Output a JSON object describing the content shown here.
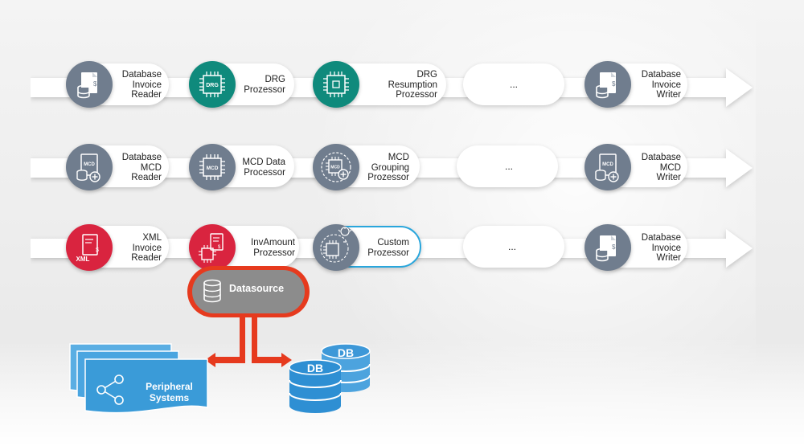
{
  "rows": [
    {
      "steps": [
        {
          "label": "Database\nInvoice\nReader",
          "icon": "database-invoice-icon",
          "color": "#707d8e"
        },
        {
          "label": "DRG\nProzessor",
          "icon": "drg-chip-icon",
          "color": "#0f8a7c",
          "badge": "DRG"
        },
        {
          "label": "DRG\nResumption\nProzessor",
          "icon": "chip-icon",
          "color": "#0f8a7c"
        },
        {
          "label": "..."
        },
        {
          "label": "Database\nInvoice\nWriter",
          "icon": "database-invoice-icon",
          "color": "#707d8e"
        }
      ]
    },
    {
      "steps": [
        {
          "label": "Database\nMCD\nReader",
          "icon": "database-mcd-icon",
          "color": "#707d8e",
          "badge": "MCD"
        },
        {
          "label": "MCD Data\nProcessor",
          "icon": "mcd-chip-icon",
          "color": "#707d8e",
          "badge": "MCD"
        },
        {
          "label": "MCD\nGrouping\nProzessor",
          "icon": "mcd-grouping-icon",
          "color": "#707d8e",
          "badge": "MCD"
        },
        {
          "label": "..."
        },
        {
          "label": "Database\nMCD\nWriter",
          "icon": "database-mcd-icon",
          "color": "#707d8e",
          "badge": "MCD"
        }
      ]
    },
    {
      "steps": [
        {
          "label": "XML\nInvoice\nReader",
          "icon": "xml-invoice-icon",
          "color": "#d9243f",
          "badge": "XML"
        },
        {
          "label": "InvAmount\nProzessor",
          "icon": "invoice-chip-icon",
          "color": "#d9243f"
        },
        {
          "label": "Custom\nProzessor",
          "icon": "custom-chip-idea-icon",
          "color": "#707d8e"
        },
        {
          "label": "..."
        },
        {
          "label": "Database\nInvoice\nWriter",
          "icon": "database-invoice-icon",
          "color": "#707d8e"
        }
      ]
    }
  ],
  "datasource": {
    "label": "Datasource",
    "icon": "database-icon"
  },
  "databases": [
    {
      "label": "DB"
    },
    {
      "label": "DB"
    }
  ],
  "peripheral": {
    "label": "Peripheral\nSystems",
    "icon": "share-icon"
  },
  "colors": {
    "accent_red": "#e63a1e",
    "db_blue": "#2e8fd3",
    "periph_blue": "#3a9bd8"
  }
}
